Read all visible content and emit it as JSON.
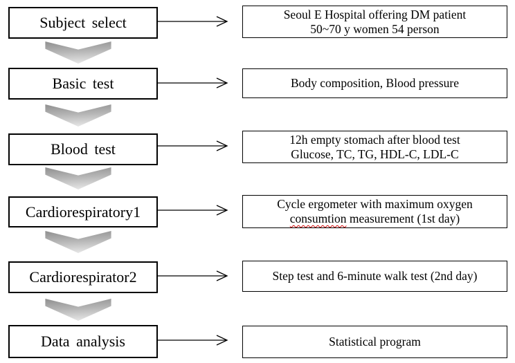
{
  "steps": [
    {
      "label": "Subject select",
      "detail_lines": [
        "Seoul E Hospital offering DM patient",
        "50~70 y women 54 person"
      ]
    },
    {
      "label": "Basic test",
      "detail_lines": [
        "Body composition, Blood pressure"
      ]
    },
    {
      "label": "Blood test",
      "detail_lines": [
        "12h empty stomach after blood test",
        "Glucose, TC, TG, HDL-C, LDL-C"
      ]
    },
    {
      "label": "Cardiorespiratory1",
      "detail_lines": [
        "Cycle ergometer with maximum oxygen"
      ],
      "detail_squiggle": "consumtion",
      "detail_rest": " measurement (1st day)"
    },
    {
      "label": "Cardiorespirator2",
      "detail_lines": [
        "Step test and 6-minute walk test (2nd day)"
      ]
    },
    {
      "label": "Data analysis",
      "detail_lines": [
        "Statistical program"
      ]
    }
  ],
  "colors": {
    "box_border": "#000000",
    "connector": "#000000",
    "arrow_top": "#8f8f8f",
    "arrow_mid": "#b5b5b5",
    "arrow_bottom": "#e2e2e2",
    "misspell_underline": "#cc0000"
  }
}
